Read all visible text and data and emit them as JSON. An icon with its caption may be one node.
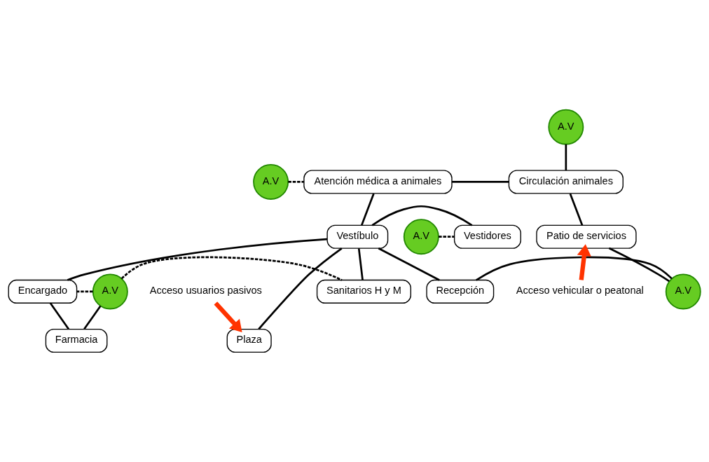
{
  "diagram": {
    "nodes": [
      {
        "text": [
          "A.V"
        ]
      },
      {
        "text": [
          "A.V"
        ]
      },
      {
        "text": [
          "Atención médica a animales"
        ]
      },
      {
        "text": [
          "Circulación animales"
        ]
      },
      {
        "text": [
          "A.V"
        ]
      },
      {
        "text": [
          "Vestidores"
        ]
      },
      {
        "text": [
          "Vestíbulo"
        ]
      },
      {
        "text": [
          "Patio de servicios"
        ]
      },
      {
        "text": [
          "Sanitarios H y M"
        ]
      },
      {
        "text": [
          "A.V"
        ]
      },
      {
        "text": [
          "Encargado"
        ]
      },
      {
        "text": [
          "Recepción"
        ]
      },
      {
        "text": [
          "A.V"
        ]
      },
      {
        "text": [
          "Farmacia"
        ]
      },
      {
        "text": [
          "Plaza"
        ]
      },
      {
        "text": [
          "Acceso vehicular o peatonal"
        ]
      },
      {
        "text": [
          "Acceso usuarios pasivos"
        ]
      }
    ],
    "edges": [
      {
        "from": 0,
        "to": 3,
        "arrow": "none"
      },
      {
        "from": 1,
        "to": 2,
        "arrow": "none",
        "style": "dashed"
      },
      {
        "from": 2,
        "to": 3,
        "arrow": "none"
      },
      {
        "from": 2,
        "to": 6,
        "arrow": "none"
      },
      {
        "from": 3,
        "to": 7,
        "arrow": "none"
      },
      {
        "from": 4,
        "to": 5,
        "arrow": "none",
        "style": "dashed"
      },
      {
        "from": 5,
        "to": 6,
        "arrow": "none"
      },
      {
        "from": 8,
        "to": 6,
        "arrow": "none"
      },
      {
        "from": 10,
        "to": 6,
        "arrow": "none"
      },
      {
        "from": 6,
        "to": 14,
        "arrow": "none"
      },
      {
        "from": 6,
        "to": 11,
        "arrow": "none"
      },
      {
        "from": 7,
        "to": 12,
        "arrow": "none"
      },
      {
        "from": 11,
        "to": 12,
        "arrow": "none"
      },
      {
        "from": 9,
        "to": 8,
        "arrow": "none",
        "style": "dashed"
      },
      {
        "from": 9,
        "to": 10,
        "arrow": "none",
        "style": "dashed"
      },
      {
        "from": 9,
        "to": 13,
        "arrow": "none"
      },
      {
        "from": 10,
        "to": 13,
        "arrow": "none"
      },
      {
        "from": 15,
        "to": 7,
        "arrow": "to",
        "style": "thick",
        "color": "#ff3300"
      },
      {
        "from": 16,
        "to": 14,
        "arrow": "to",
        "style": "thick",
        "color": "#ff3300"
      }
    ]
  }
}
